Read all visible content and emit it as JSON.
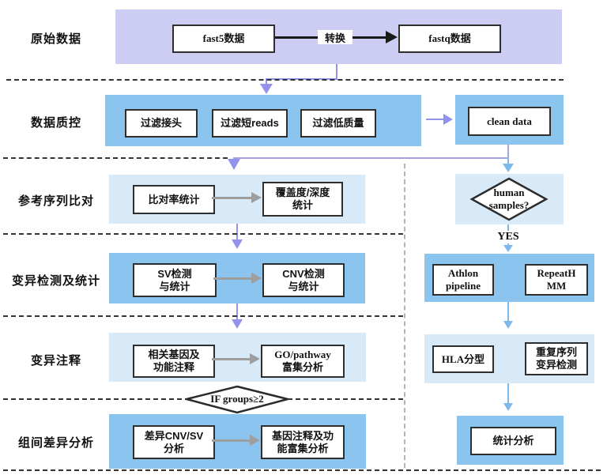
{
  "labels": {
    "row1": "原始数据",
    "row2": "数据质控",
    "row3": "参考序列比对",
    "row4": "变异检测及统计",
    "row5": "变异注释",
    "row6": "组间差异分析"
  },
  "row1": {
    "fast5": "fast5数据",
    "convert": "转换",
    "fastq": "fastq数据"
  },
  "row2": {
    "filter_adapter": "过滤接头",
    "filter_short": "过滤短reads",
    "filter_lowq": "过滤低质量",
    "clean": "clean data"
  },
  "row3": {
    "align_stat": "比对率统计",
    "coverage": "覆盖度/深度\n统计",
    "human": "human\nsamples?",
    "yes": "YES"
  },
  "row4": {
    "sv": "SV检测\n与统计",
    "cnv": "CNV检测\n与统计",
    "athlon": "Athlon\npipeline",
    "repeathmm": "RepeatH\nMM"
  },
  "row5": {
    "gene_anno": "相关基因及\n功能注释",
    "go_pathway": "GO/pathway\n富集分析",
    "hla": "HLA分型",
    "repeat_var": "重复序列\n变异检测"
  },
  "decision": {
    "if_groups": "IF groups≥2"
  },
  "row6": {
    "diff": "差异CNV/SV\n分析",
    "enrich": "基因注释及功\n能富集分析",
    "stats": "统计分析"
  },
  "colors": {
    "lavender": "#cdcdf4",
    "blue_medium": "#8ac4ef",
    "blue_light": "#d8e9f8",
    "arrow_purple": "#9393ee",
    "arrow_blue": "#7db9ec",
    "arrow_gray": "#9e9e9e",
    "arrow_black": "#1a1a1a"
  }
}
